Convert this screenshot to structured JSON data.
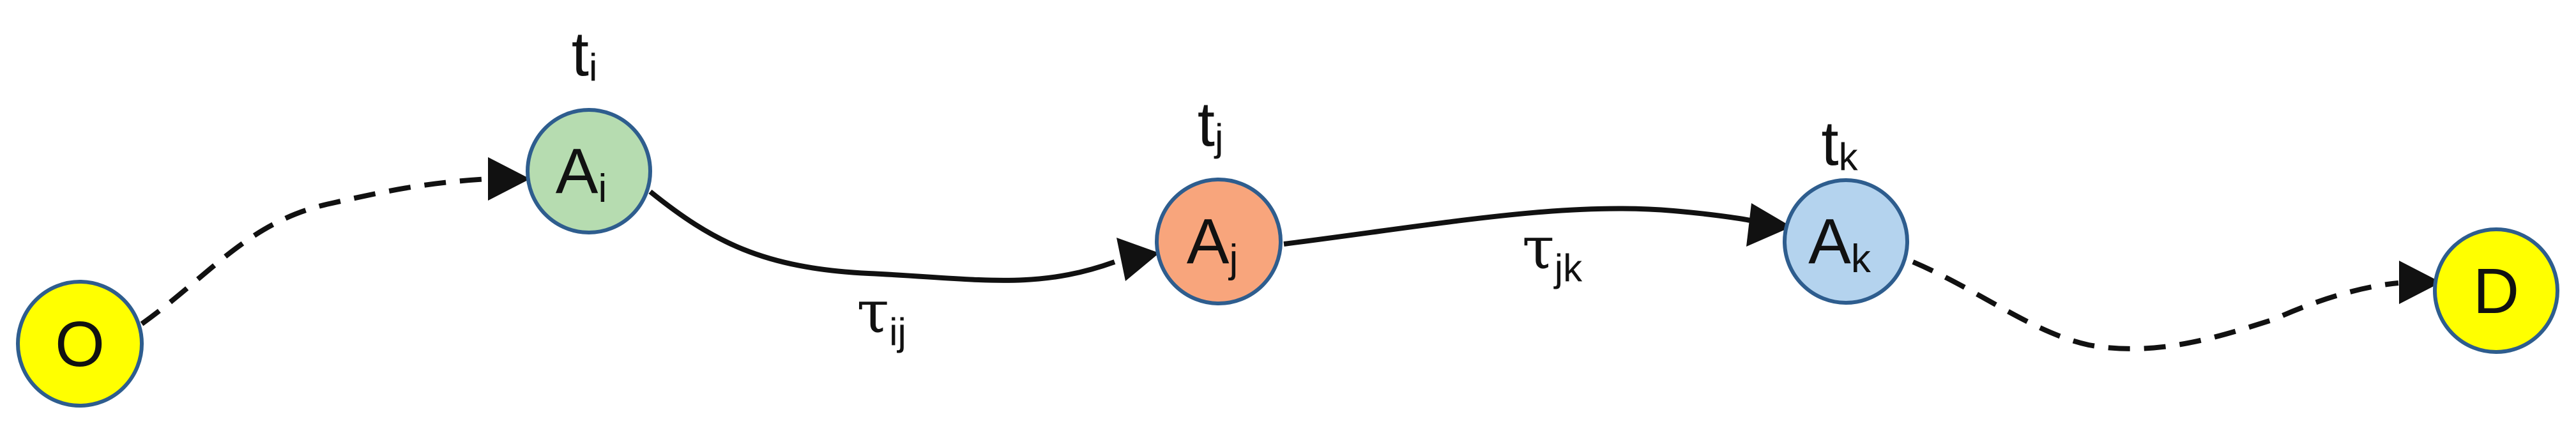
{
  "nodes": {
    "origin": {
      "label": "O",
      "fill": "#ffff00",
      "stroke": "#2e5d8e"
    },
    "ai": {
      "label": "A",
      "sub": "i",
      "fill": "#b6dcb0",
      "stroke": "#2e5d8e"
    },
    "aj": {
      "label": "A",
      "sub": "j",
      "fill": "#f8a57c",
      "stroke": "#2e5d8e"
    },
    "ak": {
      "label": "A",
      "sub": "k",
      "fill": "#b4d3ee",
      "stroke": "#2e5d8e"
    },
    "destination": {
      "label": "D",
      "fill": "#ffff00",
      "stroke": "#2e5d8e"
    }
  },
  "times": {
    "ti": {
      "label": "t",
      "sub": "i"
    },
    "tj": {
      "label": "t",
      "sub": "j"
    },
    "tk": {
      "label": "t",
      "sub": "k"
    }
  },
  "edges": {
    "tau_ij": {
      "label": "τ",
      "sub": "ij",
      "style": "solid"
    },
    "tau_jk": {
      "label": "τ",
      "sub": "jk",
      "style": "solid"
    },
    "o_to_ai": {
      "style": "dashed"
    },
    "ak_to_d": {
      "style": "dashed"
    }
  }
}
